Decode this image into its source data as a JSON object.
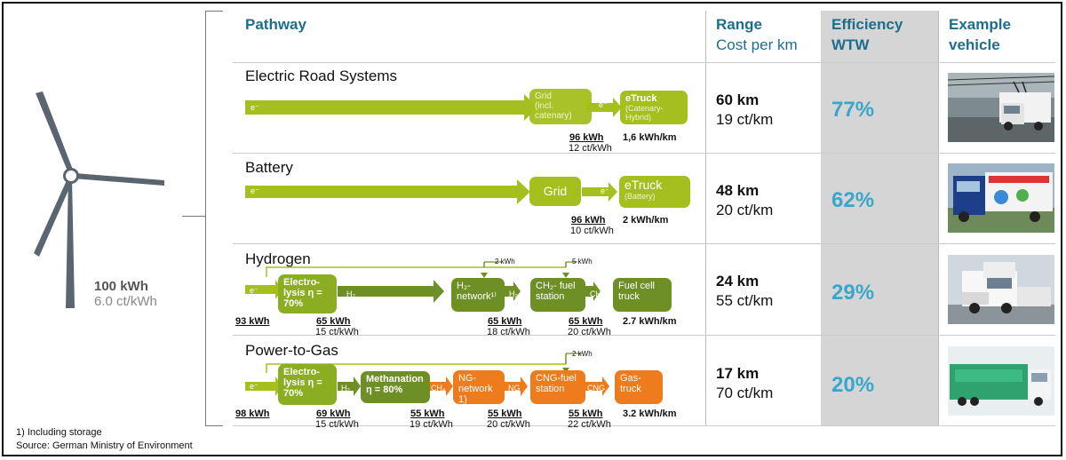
{
  "source": {
    "amount": "100 kWh",
    "cost": "6.0 ct/kWh"
  },
  "headers": {
    "pathway": "Pathway",
    "range_line1": "Range",
    "range_line2": "Cost per km",
    "eff_line1": "Efficiency",
    "eff_line2": "WTW",
    "vehicle_line1": "Example",
    "vehicle_line2": "vehicle"
  },
  "rows": [
    {
      "title": "Electric Road Systems",
      "range": "60 km",
      "cost": "19 ct/km",
      "efficiency": "77%",
      "boxes": [
        "Grid\n(incl.\ncatenary)",
        "eTruck",
        "(Catenary-\nHybrid)"
      ],
      "carrier": "e⁻",
      "labels": [
        "96 kWh",
        "12 ct/kWh",
        "1,6 kWh/km"
      ]
    },
    {
      "title": "Battery",
      "range": "48 km",
      "cost": "20 ct/km",
      "efficiency": "62%",
      "boxes": [
        "Grid",
        "eTruck",
        "(Battery)"
      ],
      "carrier": "e⁻",
      "labels": [
        "96 kWh",
        "10 ct/kWh",
        "2 kWh/km"
      ]
    },
    {
      "title": "Hydrogen",
      "range": "24 km",
      "cost": "55 ct/km",
      "efficiency": "29%",
      "boxes": [
        "Electro-\nlysis η =\n70%",
        "H₂-\nnetwork¹⁾",
        "CH₂- fuel\nstation",
        "Fuel cell\ntruck"
      ],
      "carriers": [
        "e⁻",
        "H₂",
        "H₂",
        "CH₂"
      ],
      "aux": [
        "2 kWh",
        "5 kWh"
      ],
      "labels": [
        "93 kWh",
        "65 kWh",
        "15 ct/kWh",
        "65 kWh",
        "18 ct/kWh",
        "65 kWh",
        "20 ct/kWh",
        "2.7 kWh/km"
      ]
    },
    {
      "title": "Power-to-Gas",
      "range": "17 km",
      "cost": "70 ct/km",
      "efficiency": "20%",
      "boxes": [
        "Electro-\nlysis η =\n70%",
        "Methanation\nη = 80%",
        "NG-\nnetwork\n1)",
        "CNG-fuel\nstation",
        "Gas-\ntruck"
      ],
      "carriers": [
        "e⁻",
        "H₂",
        "CH₄",
        "NG",
        "CNG"
      ],
      "aux": [
        "2 kWh"
      ],
      "labels": [
        "98 kWh",
        "69 kWh",
        "15 ct/kWh",
        "55 kWh",
        "19 ct/kWh",
        "55 kWh",
        "20 ct/kWh",
        "55 kWh",
        "22 ct/kWh",
        "3.2 kWh/km"
      ]
    }
  ],
  "footnotes": {
    "note1": "1) Including storage",
    "source": "Source: German Ministry of Environment"
  },
  "colors": {
    "green_light": "#a5bf1f",
    "green_dark": "#6e8f26",
    "orange": "#ee7b1c",
    "teal": "#3aa6c9",
    "header_blue": "#1c6e8c"
  },
  "icons": {
    "turbine": "wind-turbine-icon",
    "vehicle1": "catenary-truck-image",
    "vehicle2": "battery-truck-image",
    "vehicle3": "fuel-cell-truck-image",
    "vehicle4": "gas-truck-image"
  }
}
